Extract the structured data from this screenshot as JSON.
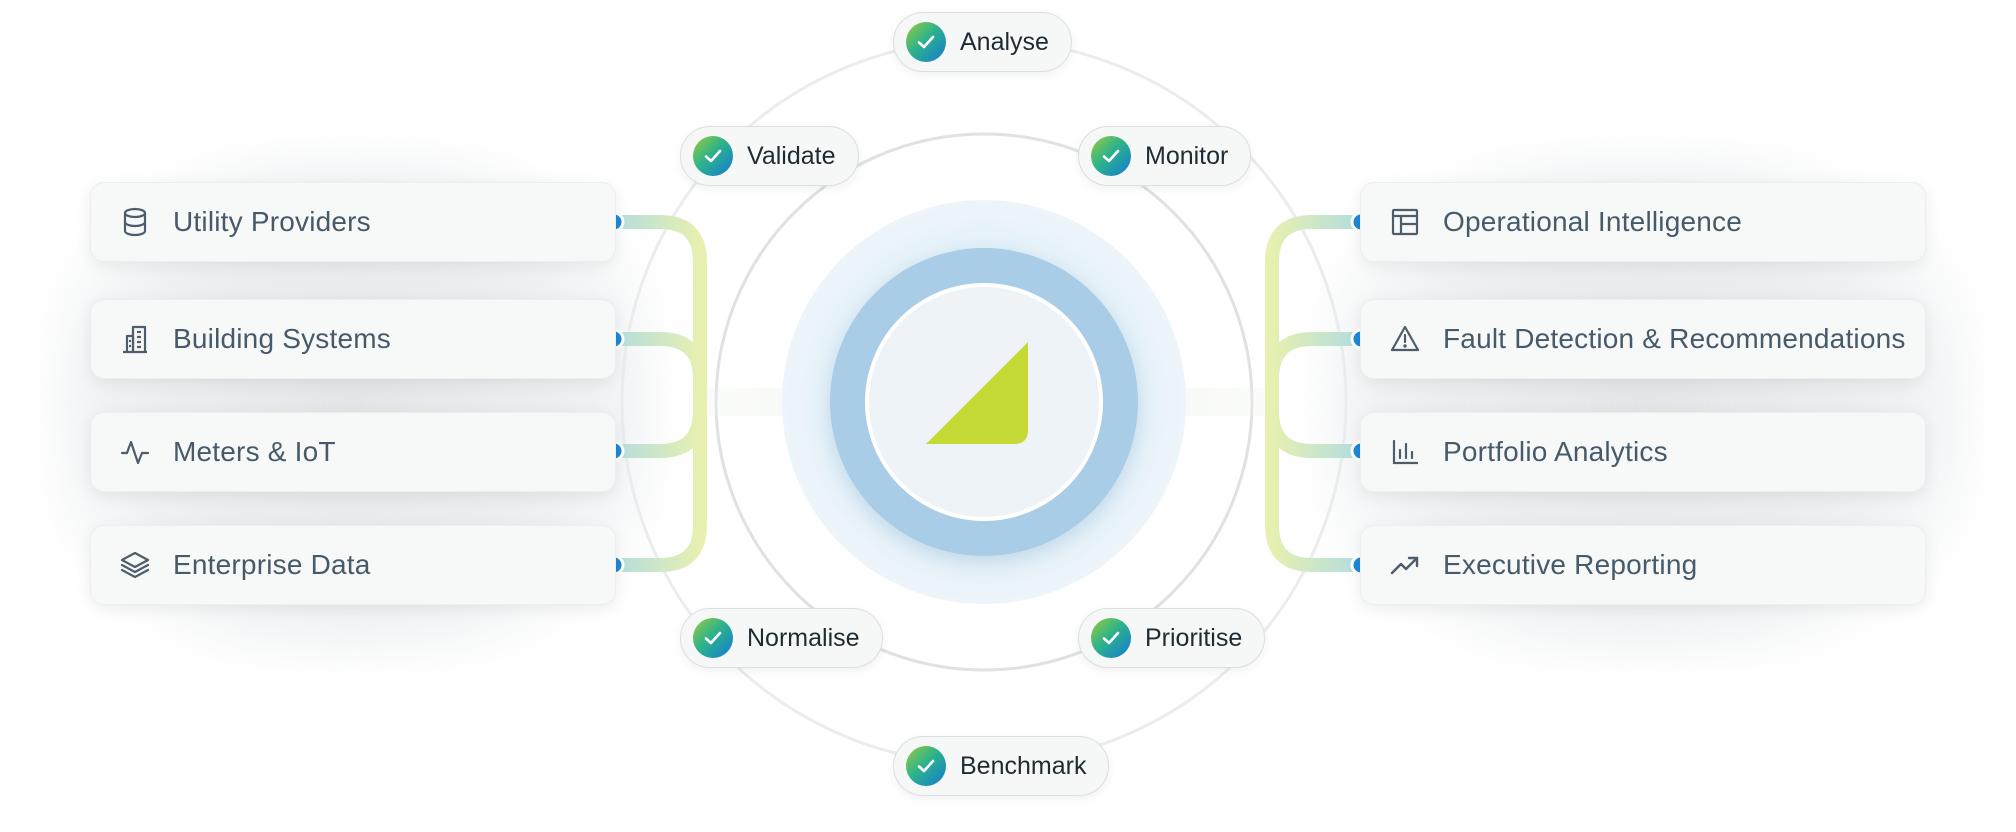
{
  "hub": {
    "logo_color": "#c4d934",
    "outer_glow_color": "#e3f0f8",
    "ring_color": "#a9cde6",
    "center_color": "#eef3f8"
  },
  "colors": {
    "node_dot": "#1e88d6",
    "connector_green": "#e7f0b0",
    "connector_teal": "#b2dde0",
    "card_text": "#475a6a",
    "pill_text": "#1f2b33"
  },
  "inputs": [
    {
      "id": "utility-providers",
      "label": "Utility Providers",
      "icon": "database-icon"
    },
    {
      "id": "building-systems",
      "label": "Building Systems",
      "icon": "building-icon"
    },
    {
      "id": "meters-iot",
      "label": "Meters & IoT",
      "icon": "activity-icon"
    },
    {
      "id": "enterprise-data",
      "label": "Enterprise Data",
      "icon": "layers-icon"
    }
  ],
  "outputs": [
    {
      "id": "operational-intelligence",
      "label": "Operational Intelligence",
      "icon": "layout-icon"
    },
    {
      "id": "fault-detection",
      "label": "Fault Detection & Recommendations",
      "icon": "warning-icon"
    },
    {
      "id": "portfolio-analytics",
      "label": "Portfolio Analytics",
      "icon": "bar-chart-icon"
    },
    {
      "id": "executive-reporting",
      "label": "Executive Reporting",
      "icon": "trending-up-icon"
    }
  ],
  "steps": [
    {
      "id": "analyse",
      "label": "Analyse",
      "icon": "check-icon"
    },
    {
      "id": "validate",
      "label": "Validate",
      "icon": "check-icon"
    },
    {
      "id": "monitor",
      "label": "Monitor",
      "icon": "check-icon"
    },
    {
      "id": "normalise",
      "label": "Normalise",
      "icon": "check-icon"
    },
    {
      "id": "prioritise",
      "label": "Prioritise",
      "icon": "check-icon"
    },
    {
      "id": "benchmark",
      "label": "Benchmark",
      "icon": "check-icon"
    }
  ]
}
